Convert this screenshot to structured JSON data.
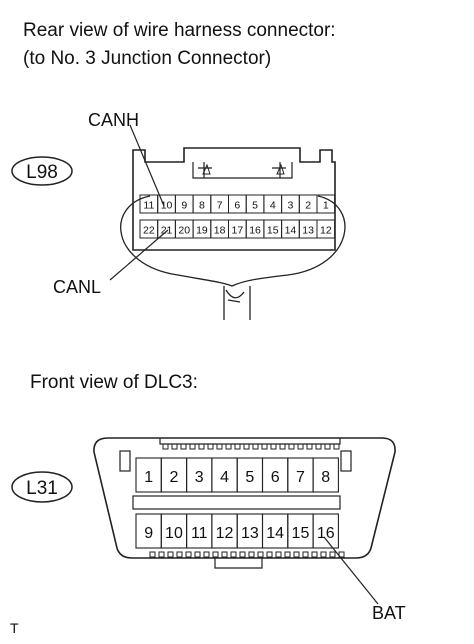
{
  "header": {
    "line1": "Rear view of wire harness connector:",
    "line2": "(to No. 3 Junction Connector)"
  },
  "connector_l98": {
    "id": "L98",
    "pins_top": [
      "11",
      "10",
      "9",
      "8",
      "7",
      "6",
      "5",
      "4",
      "3",
      "2",
      "1"
    ],
    "pins_bottom": [
      "22",
      "21",
      "20",
      "19",
      "18",
      "17",
      "16",
      "15",
      "14",
      "13",
      "12"
    ],
    "callout_canh": "CANH",
    "callout_canl": "CANL"
  },
  "dlc3": {
    "title": "Front view of DLC3:",
    "id": "L31",
    "pins_top": [
      "1",
      "2",
      "3",
      "4",
      "5",
      "6",
      "7",
      "8"
    ],
    "pins_bottom": [
      "9",
      "10",
      "11",
      "12",
      "13",
      "14",
      "15",
      "16"
    ],
    "callout_bat": "BAT"
  },
  "footer": {
    "mark": "T"
  }
}
